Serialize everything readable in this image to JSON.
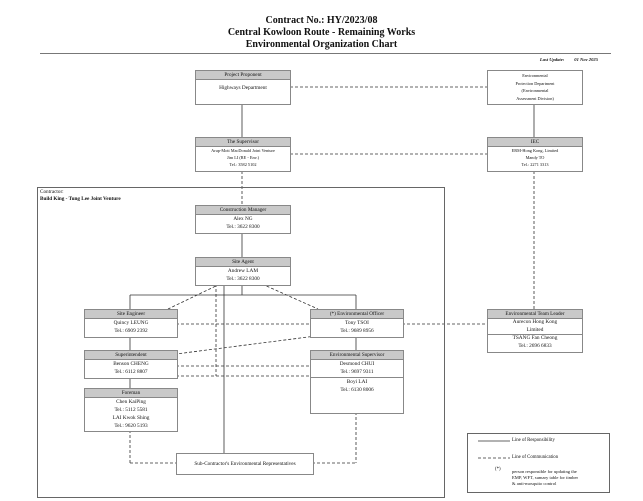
{
  "header": {
    "line1": "Contract No.: HY/2023/08",
    "line2": "Central Kowloon Route - Remaining Works",
    "line3": "Environmental Organization Chart",
    "last_update_label": "Last Update:",
    "last_update_value": "01 Nov 2025"
  },
  "proponent": {
    "title": "Project Proponent",
    "name": "Highways Department"
  },
  "epd": {
    "l1": "Environmental",
    "l2": "Protection Department",
    "l3": "(Environmental",
    "l4": "Assessment Division)"
  },
  "supervisor": {
    "title": "The Supervisor",
    "org": "Arup-Mott MacDonald Joint Venture",
    "name": "Jim LI (RE - Env.)",
    "tel": "Tel.: 3582 5102"
  },
  "iec": {
    "title": "IEC",
    "org": "ERM-Hong Kong, Limited",
    "name": "Mandy TO",
    "tel": "Tel.: 2271 3313"
  },
  "contractor": {
    "label": "Contractor:",
    "name": "Build King - Tung Lee Joint Venture"
  },
  "construction_manager": {
    "title": "Construction Manager",
    "name": "Alex NG",
    "tel": "Tel.: 3622 8300"
  },
  "site_agent": {
    "title": "Site Agent",
    "name": "Andrew LAM",
    "tel": "Tel.: 3622 8300"
  },
  "site_engineer": {
    "title": "Site Engineer",
    "name": "Quincy LEUNG",
    "tel": "Tel.: 6909 2392"
  },
  "env_officer": {
    "title": "(*) Environmental Officer",
    "name": "Tony TSOI",
    "tel": "Tel.: 9689 8956"
  },
  "superintendent": {
    "title": "Superintendent",
    "name": "Benson CHENG",
    "tel": "Tel.: 6112 8807"
  },
  "env_supervisor": {
    "title": "Environmental Supervisor",
    "name1": "Desmond CHUI",
    "tel1": "Tel.: 9697 9311",
    "name2": "Boyi LAI",
    "tel2": "Tel.: 6130 8006"
  },
  "foreman": {
    "title": "Foreman",
    "name1": "Chen KaiPing",
    "tel1": "Tel.: 5112 5581",
    "name2": "LAI Kwok Shing",
    "tel2": "Tel.: 9620 5193"
  },
  "etl": {
    "title": "Environmental Team Leader",
    "org1": "Aurecon Hong Kong",
    "org2": "Limited",
    "name": "TSANG Fan Cheong",
    "tel": "Tel.: 2696 6833"
  },
  "subcontractor": {
    "label": "Sub-Contractor's Environmental Representatives"
  },
  "legend": {
    "responsibility": "Line of Responsibility",
    "communication": "Line of Communication",
    "star": "(*)",
    "star_desc1": "person responsible for updating the",
    "star_desc2": "EMP, WFT, sumary table for timber",
    "star_desc3": "& anti-mosquito control"
  }
}
